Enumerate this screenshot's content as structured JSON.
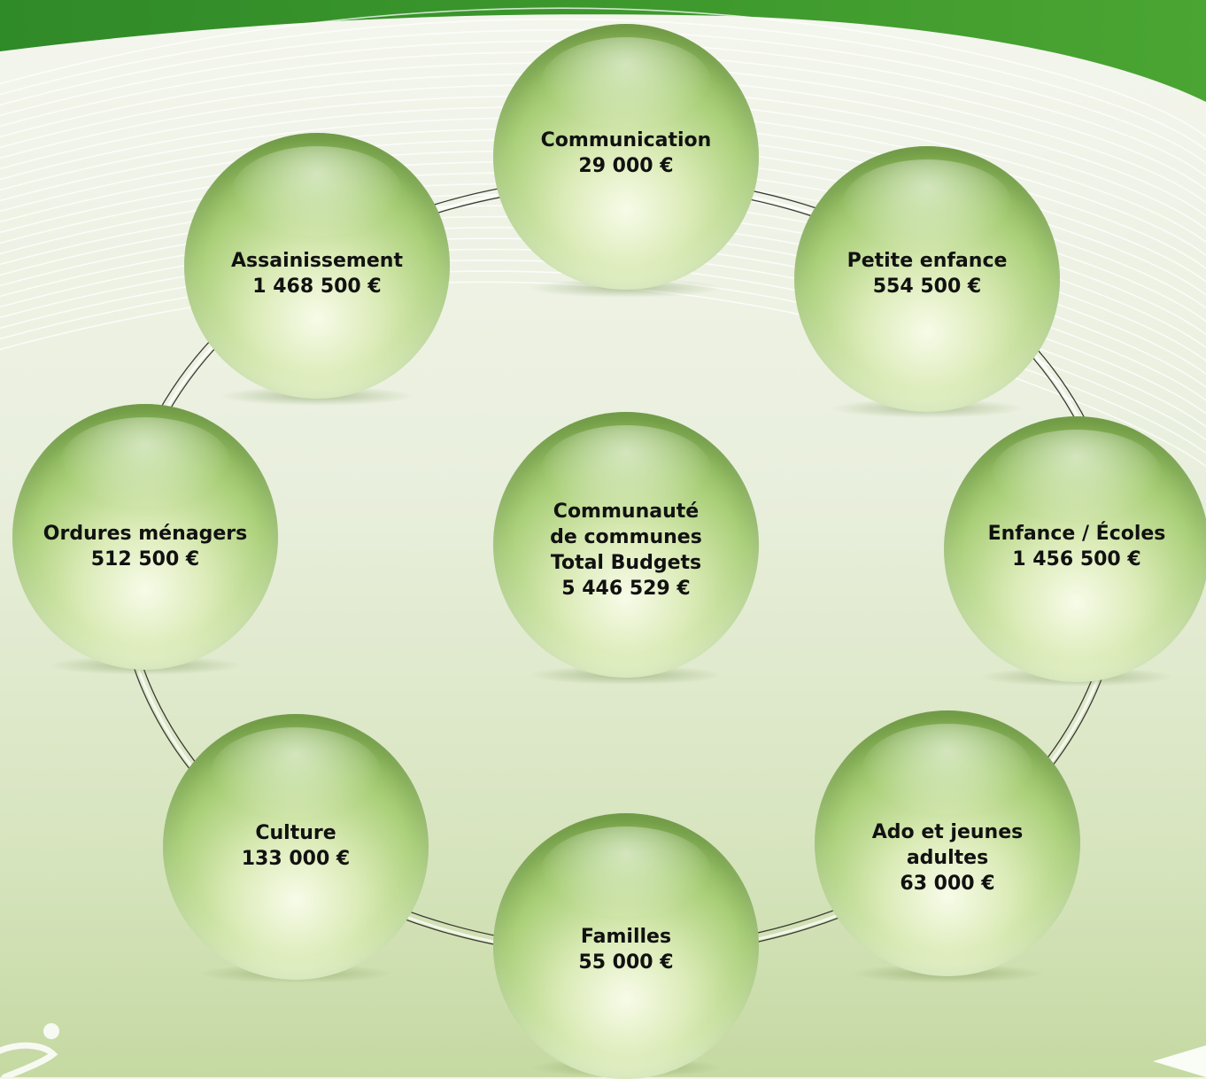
{
  "center": {
    "lines": [
      "Communauté",
      "de communes",
      "Total Budgets"
    ],
    "amount": "5 446 529 €"
  },
  "nodes": [
    {
      "id": "communication",
      "lines": [
        "Communication"
      ],
      "amount": "29 000 €"
    },
    {
      "id": "petite-enfance",
      "lines": [
        "Petite enfance"
      ],
      "amount": "554 500 €"
    },
    {
      "id": "enfance-ecoles",
      "lines": [
        "Enfance / Écoles"
      ],
      "amount": "1 456 500 €"
    },
    {
      "id": "ado-jeunes-adultes",
      "lines": [
        "Ado et jeunes",
        "adultes"
      ],
      "amount": "63 000 €"
    },
    {
      "id": "familles",
      "lines": [
        "Familles"
      ],
      "amount": "55 000 €"
    },
    {
      "id": "culture",
      "lines": [
        "Culture"
      ],
      "amount": "133 000 €"
    },
    {
      "id": "ordures-menagers",
      "lines": [
        "Ordures ménagers"
      ],
      "amount": "512 500 €"
    },
    {
      "id": "assainissement",
      "lines": [
        "Assainissement"
      ],
      "amount": "1 468 500 €"
    }
  ],
  "colors": {
    "banner": "#3f9e2c",
    "bubble": "#a9cf78",
    "text": "#111111"
  }
}
